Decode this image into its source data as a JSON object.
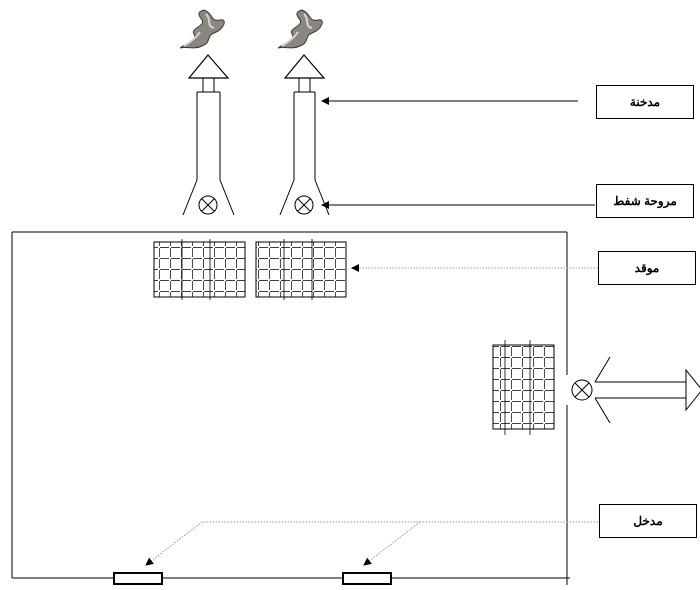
{
  "labels": {
    "chimney": "مدخنة",
    "exhaust_fan": "مروحة شفط",
    "burner": "موقد",
    "inlet": "مدخل"
  },
  "icons": [
    "smoke-icon",
    "fan-icon"
  ],
  "colors": {
    "line": "#000000",
    "dotted_leader": "#999999",
    "background": "#ffffff"
  }
}
